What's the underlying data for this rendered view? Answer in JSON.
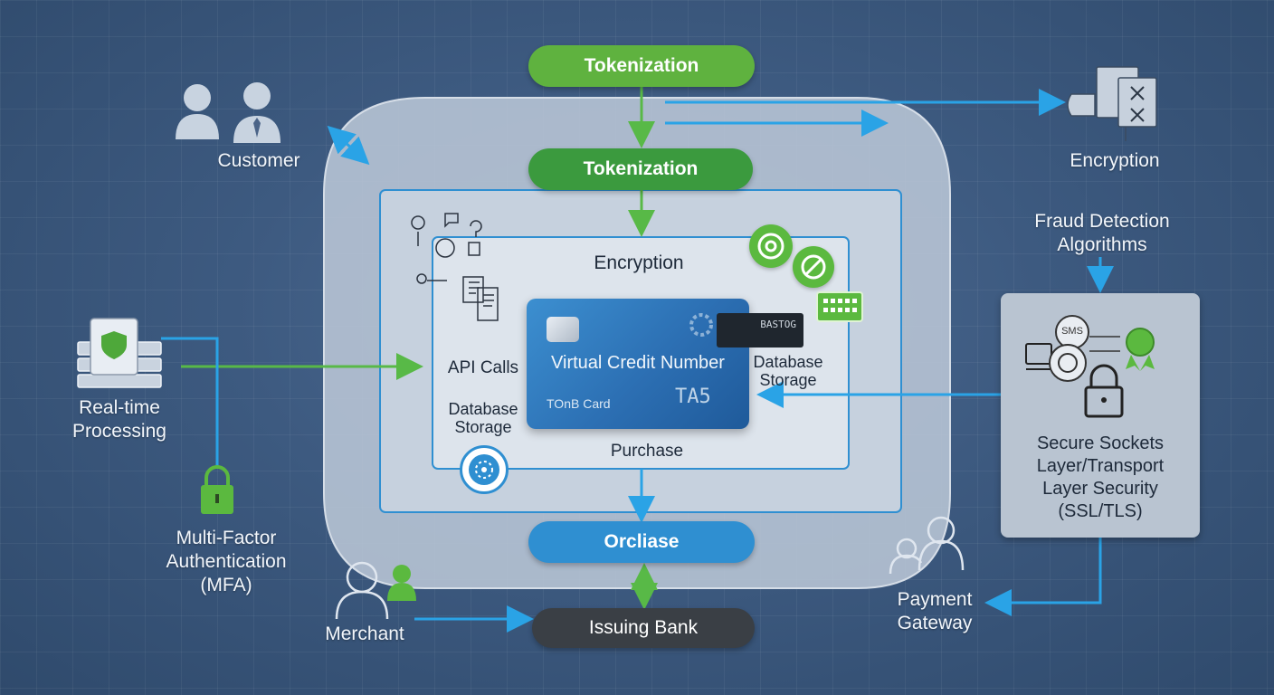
{
  "nodes": {
    "tokenization_top": "Tokenization",
    "tokenization_mid": "Tokenization",
    "encryption_center": "Encryption",
    "api_calls": "API Calls",
    "database_storage_left": "Database\nStorage",
    "database_storage_right": "Database\nStorage",
    "purchase": "Purchase",
    "orclaise": "Orcliase",
    "issuing_bank": "Issuing Bank",
    "customer": "Customer",
    "encryption_right": "Encryption",
    "fraud_detection": "Fraud Detection\nAlgorithms",
    "real_time_processing": "Real-time\nProcessing",
    "mfa": "Multi-Factor\nAuthentication\n(MFA)",
    "merchant": "Merchant",
    "payment_gateway": "Payment\nGateway",
    "ssl_tls": "Secure Sockets\nLayer/Transport\nLayer  Security\n(SSL/TLS)"
  },
  "card": {
    "title": "Virtual Credit Number",
    "subtitle": "TOnB Card",
    "code": "TA5",
    "tag": "BASTOG"
  },
  "sms_label": "SMS",
  "colors": {
    "green": "#5aab3a",
    "blue": "#2f8fd1",
    "dark": "#3a3f45",
    "arrow_blue": "#2aa3e6",
    "arrow_green": "#58b947"
  }
}
